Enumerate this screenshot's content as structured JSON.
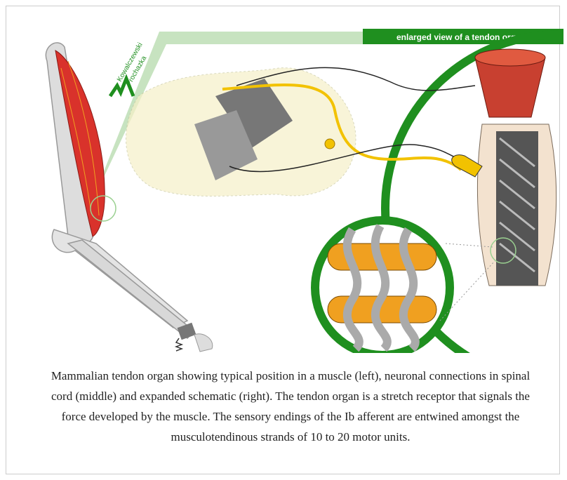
{
  "figure": {
    "header_label": "enlarged view of a tendon organ",
    "logo_text": [
      "Kowalczewski",
      "Prochazka"
    ],
    "bottom_partial_label": "",
    "colors": {
      "green": "#1f8f1f",
      "muscle_red": "#d9322b",
      "bone": "#dcdcdc",
      "fiber_orange": "#f0a020",
      "nerve_yellow": "#f2c200",
      "spinal_cream": "#f6f0c8"
    }
  },
  "caption": {
    "text": "Mammalian tendon organ showing typical position in a muscle (left), neuronal connections in spinal cord (middle) and expanded schematic (right). The tendon organ is a stretch receptor that signals the force developed by the muscle. The sensory endings of the Ib afferent are entwined amongst the musculotendinous strands of 10 to 20 motor units."
  }
}
